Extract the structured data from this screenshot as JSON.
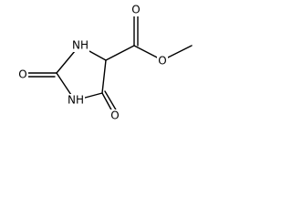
{
  "molecule": {
    "atoms": {
      "n1": "NH",
      "n3": "NH",
      "o_c2": "O",
      "o_c4": "O",
      "o_carbonyl": "O",
      "o_ester": "O"
    }
  }
}
